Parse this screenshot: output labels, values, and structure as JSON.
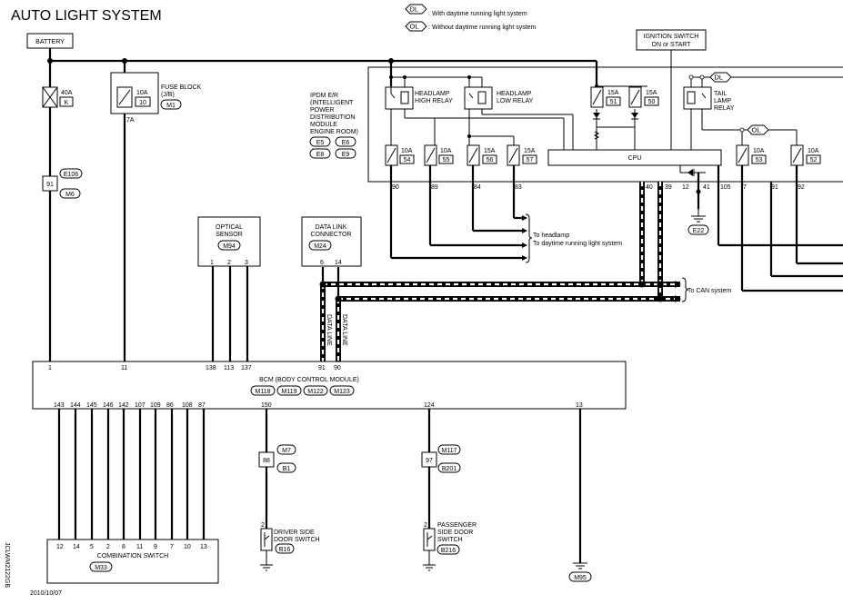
{
  "title": "AUTO LIGHT SYSTEM",
  "legend": {
    "dl_tag": "DL",
    "dl_text": "With daytime running light system",
    "ol_tag": "OL",
    "ol_text": "Without daytime running light system"
  },
  "battery": "BATTERY",
  "ignition": [
    "IGNITION SWITCH",
    "ON or START"
  ],
  "fuse_40a": {
    "rating": "40A",
    "id": "K"
  },
  "fuse_blk": {
    "rating": "10A",
    "id": "10",
    "label": [
      "FUSE BLOCK",
      "(J/B)"
    ],
    "conn": "M1",
    "pin": "7A"
  },
  "joint": {
    "pin": "91",
    "conn_top": "E106",
    "conn_bot": "M6"
  },
  "ipdm": {
    "label": [
      "IPDM E/R",
      "(INTELLIGENT",
      "POWER",
      "DISTRIBUTION",
      "MODULE",
      "ENGINE ROOM)"
    ],
    "conns": [
      "E5",
      "E6",
      "E8",
      "E9"
    ],
    "hi_relay": [
      "HEADLAMP",
      "HIGH RELAY"
    ],
    "lo_relay": [
      "HEADLAMP",
      "LOW RELAY"
    ],
    "tail_relay": [
      "TAIL",
      "LAMP",
      "RELAY"
    ],
    "cpu": "CPU",
    "fuses": [
      {
        "rating": "10A",
        "id": "54"
      },
      {
        "rating": "10A",
        "id": "55"
      },
      {
        "rating": "15A",
        "id": "56"
      },
      {
        "rating": "15A",
        "id": "57"
      },
      {
        "rating": "15A",
        "id": "51"
      },
      {
        "rating": "15A",
        "id": "50"
      },
      {
        "rating": "10A",
        "id": "53"
      },
      {
        "rating": "10A",
        "id": "52"
      }
    ],
    "pins": [
      "90",
      "89",
      "84",
      "83",
      "40",
      "39",
      "12",
      "41",
      "105",
      "7",
      "91",
      "92"
    ],
    "ground": "E22"
  },
  "dest": {
    "headlamp": "To headlamp",
    "drl": "To daytime running light system",
    "can": "To CAN system"
  },
  "optical": {
    "label": [
      "OPTICAL",
      "SENSOR"
    ],
    "conn": "M94",
    "pins": [
      "1",
      "2",
      "3"
    ]
  },
  "dlc": {
    "label": [
      "DATA LINK",
      "CONNECTOR"
    ],
    "conn": "M24",
    "pins": [
      "6",
      "14"
    ]
  },
  "data_line": "DATA LINE",
  "bcm": {
    "label": "BCM (BODY CONTROL MODULE)",
    "conns": [
      "M118",
      "M119",
      "M122",
      "M123"
    ],
    "top_pins": [
      "1",
      "11",
      "138",
      "113",
      "137",
      "91",
      "90"
    ],
    "bottom_pins": [
      "143",
      "144",
      "145",
      "146",
      "142",
      "107",
      "109",
      "86",
      "108",
      "87",
      "150",
      "124",
      "13"
    ]
  },
  "combo": {
    "label": "COMBINATION SWITCH",
    "conn": "M33",
    "pins": [
      "12",
      "14",
      "5",
      "2",
      "8",
      "11",
      "9",
      "7",
      "10",
      "13"
    ]
  },
  "drv_join": {
    "pin": "88",
    "conn_top": "M7",
    "conn_bot": "B1"
  },
  "pas_join": {
    "pin": "97",
    "conn_top": "M117",
    "conn_bot": "B201"
  },
  "drv_sw": {
    "label": [
      "DRIVER SIDE",
      "DOOR SWITCH"
    ],
    "conn": "B16",
    "pin": "2"
  },
  "pas_sw": {
    "label": [
      "PASSENGER",
      "SIDE DOOR",
      "SWITCH"
    ],
    "conn": "B216",
    "pin": "2"
  },
  "ground_m": "M95",
  "date": "2010/10/07",
  "code": "JCLWM2122GB"
}
